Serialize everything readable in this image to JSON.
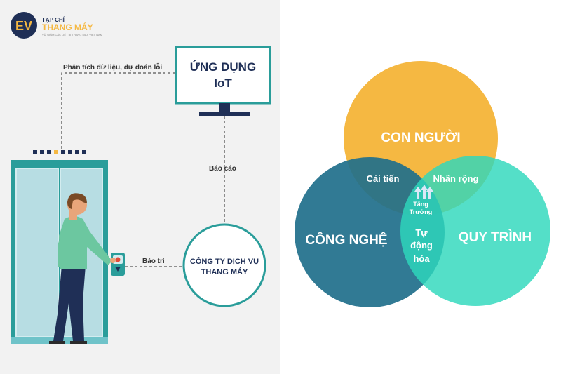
{
  "brand": {
    "logo_initials": "EV",
    "line1": "TẠP CHÍ",
    "line2": "THANG MÁY",
    "tagline": "VỮ GIÁM CÁC LIẾT BỊ THANG MÁY VIỆT NAM"
  },
  "left_diagram": {
    "iot_app": {
      "line1": "ỨNG DỤNG",
      "line2": "IoT"
    },
    "service_company": {
      "line1": "CÔNG TY DỊCH VỤ",
      "line2": "THANG MÁY"
    },
    "edge_analysis": "Phân tích dữ liệu, dự đoán lỗi",
    "edge_report": "Báo cáo",
    "edge_maintenance": "Bảo trì"
  },
  "venn": {
    "circles": [
      {
        "label": "CON NGƯỜI",
        "color": "#f5b842"
      },
      {
        "label": "CÔNG NGHỆ",
        "color": "#1f6f8b"
      },
      {
        "label": "QUY TRÌNH",
        "color": "#2ed8bc"
      }
    ],
    "overlap_people_tech": "Cải tiến",
    "overlap_people_process": "Nhân rộng",
    "overlap_tech_process": [
      "Tự",
      "động",
      "hóa"
    ],
    "center": [
      "Tăng",
      "Trưởng"
    ]
  },
  "colors": {
    "navy": "#1f2f56",
    "teal_frame": "#2a9d9a",
    "shirt_green": "#6cc7a0"
  }
}
